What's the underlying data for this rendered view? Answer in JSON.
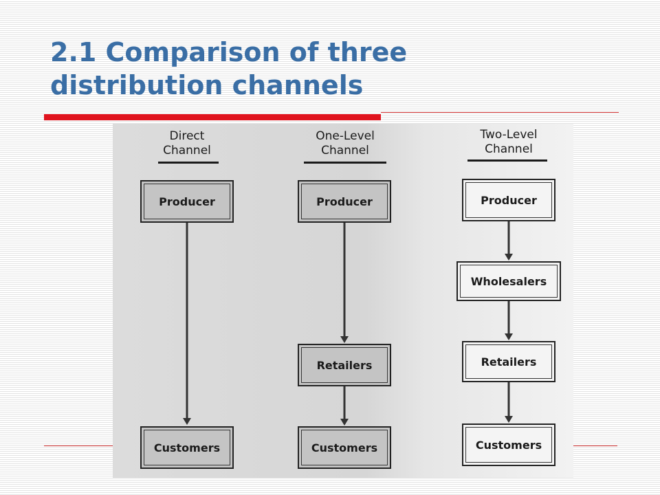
{
  "slide": {
    "title_line1": "2.1 Comparison of three",
    "title_line2": "distribution channels",
    "title_color": "#3a6ea5",
    "accent_color": "#e0141e"
  },
  "diagram": {
    "columns": [
      {
        "header_line1": "Direct",
        "header_line2": "Channel",
        "nodes": [
          "Producer",
          "Customers"
        ]
      },
      {
        "header_line1": "One-Level",
        "header_line2": "Channel",
        "nodes": [
          "Producer",
          "Retailers",
          "Customers"
        ]
      },
      {
        "header_line1": "Two-Level",
        "header_line2": "Channel",
        "nodes": [
          "Producer",
          "Wholesalers",
          "Retailers",
          "Customers"
        ]
      }
    ]
  }
}
